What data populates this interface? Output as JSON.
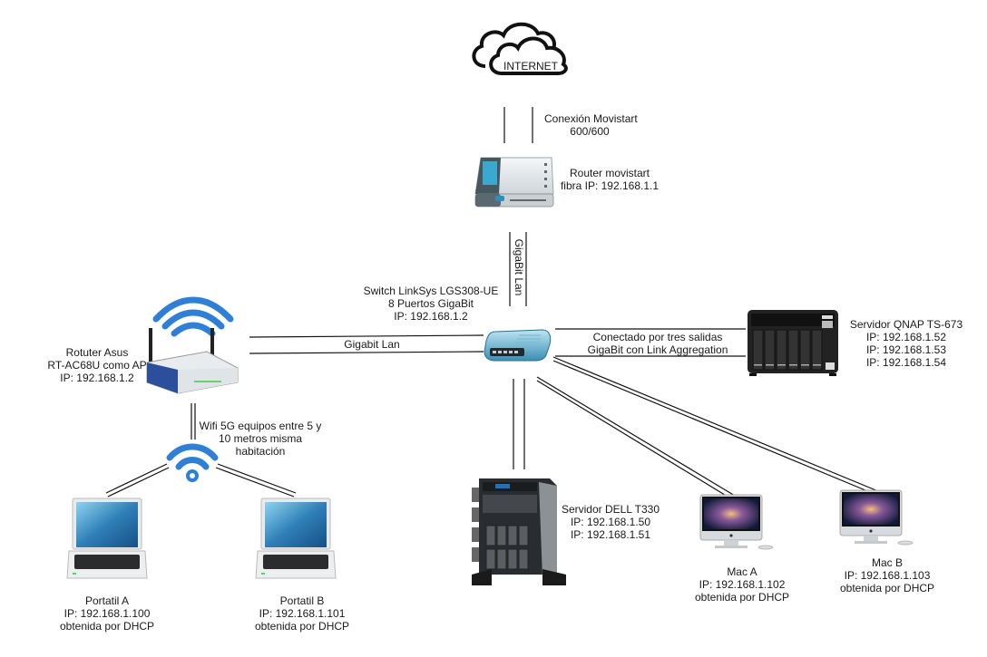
{
  "diagram": {
    "internet": {
      "label": "INTERNET"
    },
    "uplink": {
      "label_lines": [
        "Conexión Movistart",
        "600/600"
      ]
    },
    "router": {
      "label_lines": [
        "Router movistart",
        "fibra IP: 192.168.1.1"
      ]
    },
    "router_switch_link": {
      "label": "GigaBit Lan"
    },
    "switch": {
      "label_lines": [
        "Switch LinkSys LGS308-UE",
        "8 Puertos GigaBit",
        "IP: 192.168.1.2"
      ]
    },
    "ap_link": {
      "label": "Gigabit Lan"
    },
    "access_point": {
      "label_lines": [
        "Rotuter Asus",
        "RT-AC68U como AP",
        "IP: 192.168.1.2"
      ]
    },
    "wifi": {
      "label_lines": [
        "Wifi 5G equipos entre 5 y",
        "10 metros misma",
        "habitación"
      ]
    },
    "nas_link": {
      "label_lines": [
        "Conectado por tres salidas",
        "GigaBit con Link Aggregation"
      ]
    },
    "nas": {
      "label_lines": [
        "Servidor QNAP TS-673",
        "IP: 192.168.1.52",
        "IP: 192.168.1.53",
        "IP: 192.168.1.54"
      ]
    },
    "server": {
      "label_lines": [
        "Servidor DELL T330",
        "IP: 192.168.1.50",
        "IP: 192.168.1.51"
      ]
    },
    "laptop_a": {
      "label_lines": [
        "Portatil A",
        "IP: 192.168.1.100",
        "obtenida por DHCP"
      ]
    },
    "laptop_b": {
      "label_lines": [
        "Portatil B",
        "IP: 192.168.1.101",
        "obtenida por DHCP"
      ]
    },
    "mac_a": {
      "label_lines": [
        "Mac A",
        "IP: 192.168.1.102",
        "obtenida por DHCP"
      ]
    },
    "mac_b": {
      "label_lines": [
        "Mac B",
        "IP: 192.168.1.103",
        "obtenida por DHCP"
      ]
    }
  }
}
